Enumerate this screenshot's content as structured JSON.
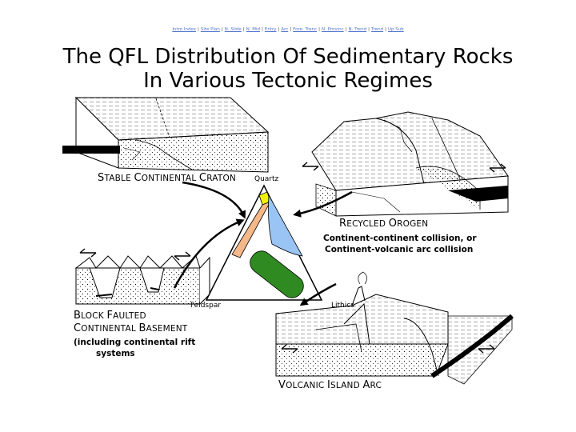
{
  "nav": {
    "links": [
      "Intro Index",
      "Site Plan",
      "N. Slide",
      "N. Mid",
      "Entry",
      "Arc",
      "Fore. Trenc",
      "N. Provinc",
      "N. Trend",
      "Trend",
      "Up Sub"
    ]
  },
  "title": {
    "line1": "The QFL Distribution Of Sedimentary Rocks",
    "line2": "In Various Tectonic Regimes"
  },
  "ternary": {
    "apex_top": "Quartz",
    "apex_left": "Feldspar",
    "apex_right": "Lithics"
  },
  "regimes": {
    "craton": {
      "w1_cap": "S",
      "w1": "TABLE",
      "w2_cap": "C",
      "w2": "ONTINENTAL",
      "w3_cap": "C",
      "w3": "RATON"
    },
    "orogen": {
      "w1_cap": "R",
      "w1": "ECYCLED",
      "w2_cap": "O",
      "w2": "ROGEN",
      "desc1": "Continent-continent collision, or",
      "desc2": "Continent-volcanic arc collision"
    },
    "block": {
      "l1w1_cap": "B",
      "l1w1": "LOCK",
      "l1w2_cap": "F",
      "l1w2": "AULTED",
      "l2w1_cap": "C",
      "l2w1": "ONTINENTAL",
      "l2w2_cap": "B",
      "l2w2": "ASEMENT",
      "desc1": "(including continental rift",
      "desc2": "systems"
    },
    "arc": {
      "w1_cap": "V",
      "w1": "OLCANIC",
      "w2_cap": "I",
      "w2": "SLAND",
      "w3_cap": "A",
      "w3": "RC"
    }
  },
  "colors": {
    "quartz_field": "#f0f010",
    "craton_field": "#f5b888",
    "orogen_field": "#99c4f4",
    "arc_field": "#2f8a22",
    "nav_link": "#5577cc"
  }
}
